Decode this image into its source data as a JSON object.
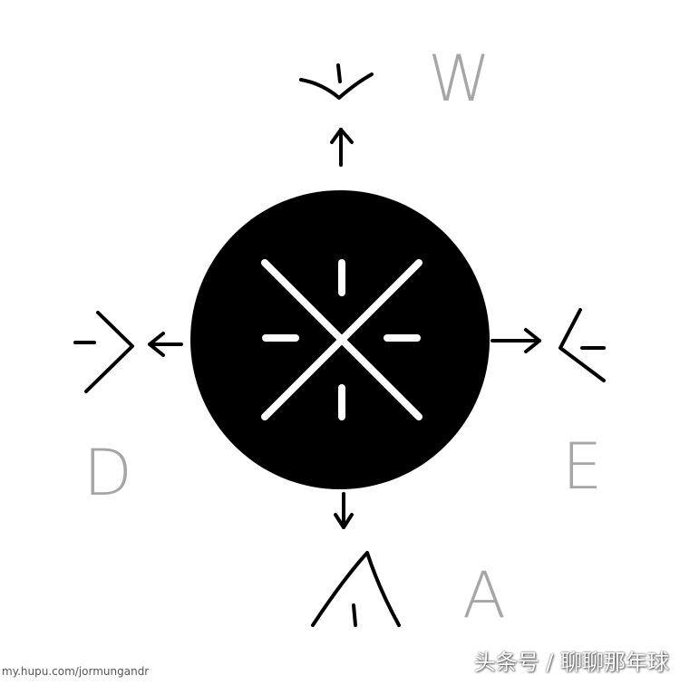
{
  "diagram": {
    "letters": {
      "top": "W",
      "left": "D",
      "right": "E",
      "bottom": "A"
    },
    "colors": {
      "disc": "#000000",
      "symbol_on_disc": "#ffffff",
      "strokes": "#000000",
      "letters": "#a6a6a6"
    }
  },
  "watermarks": {
    "url": "my.hupu.com/jormungandr",
    "source": "头条号 / 聊聊那年球"
  }
}
